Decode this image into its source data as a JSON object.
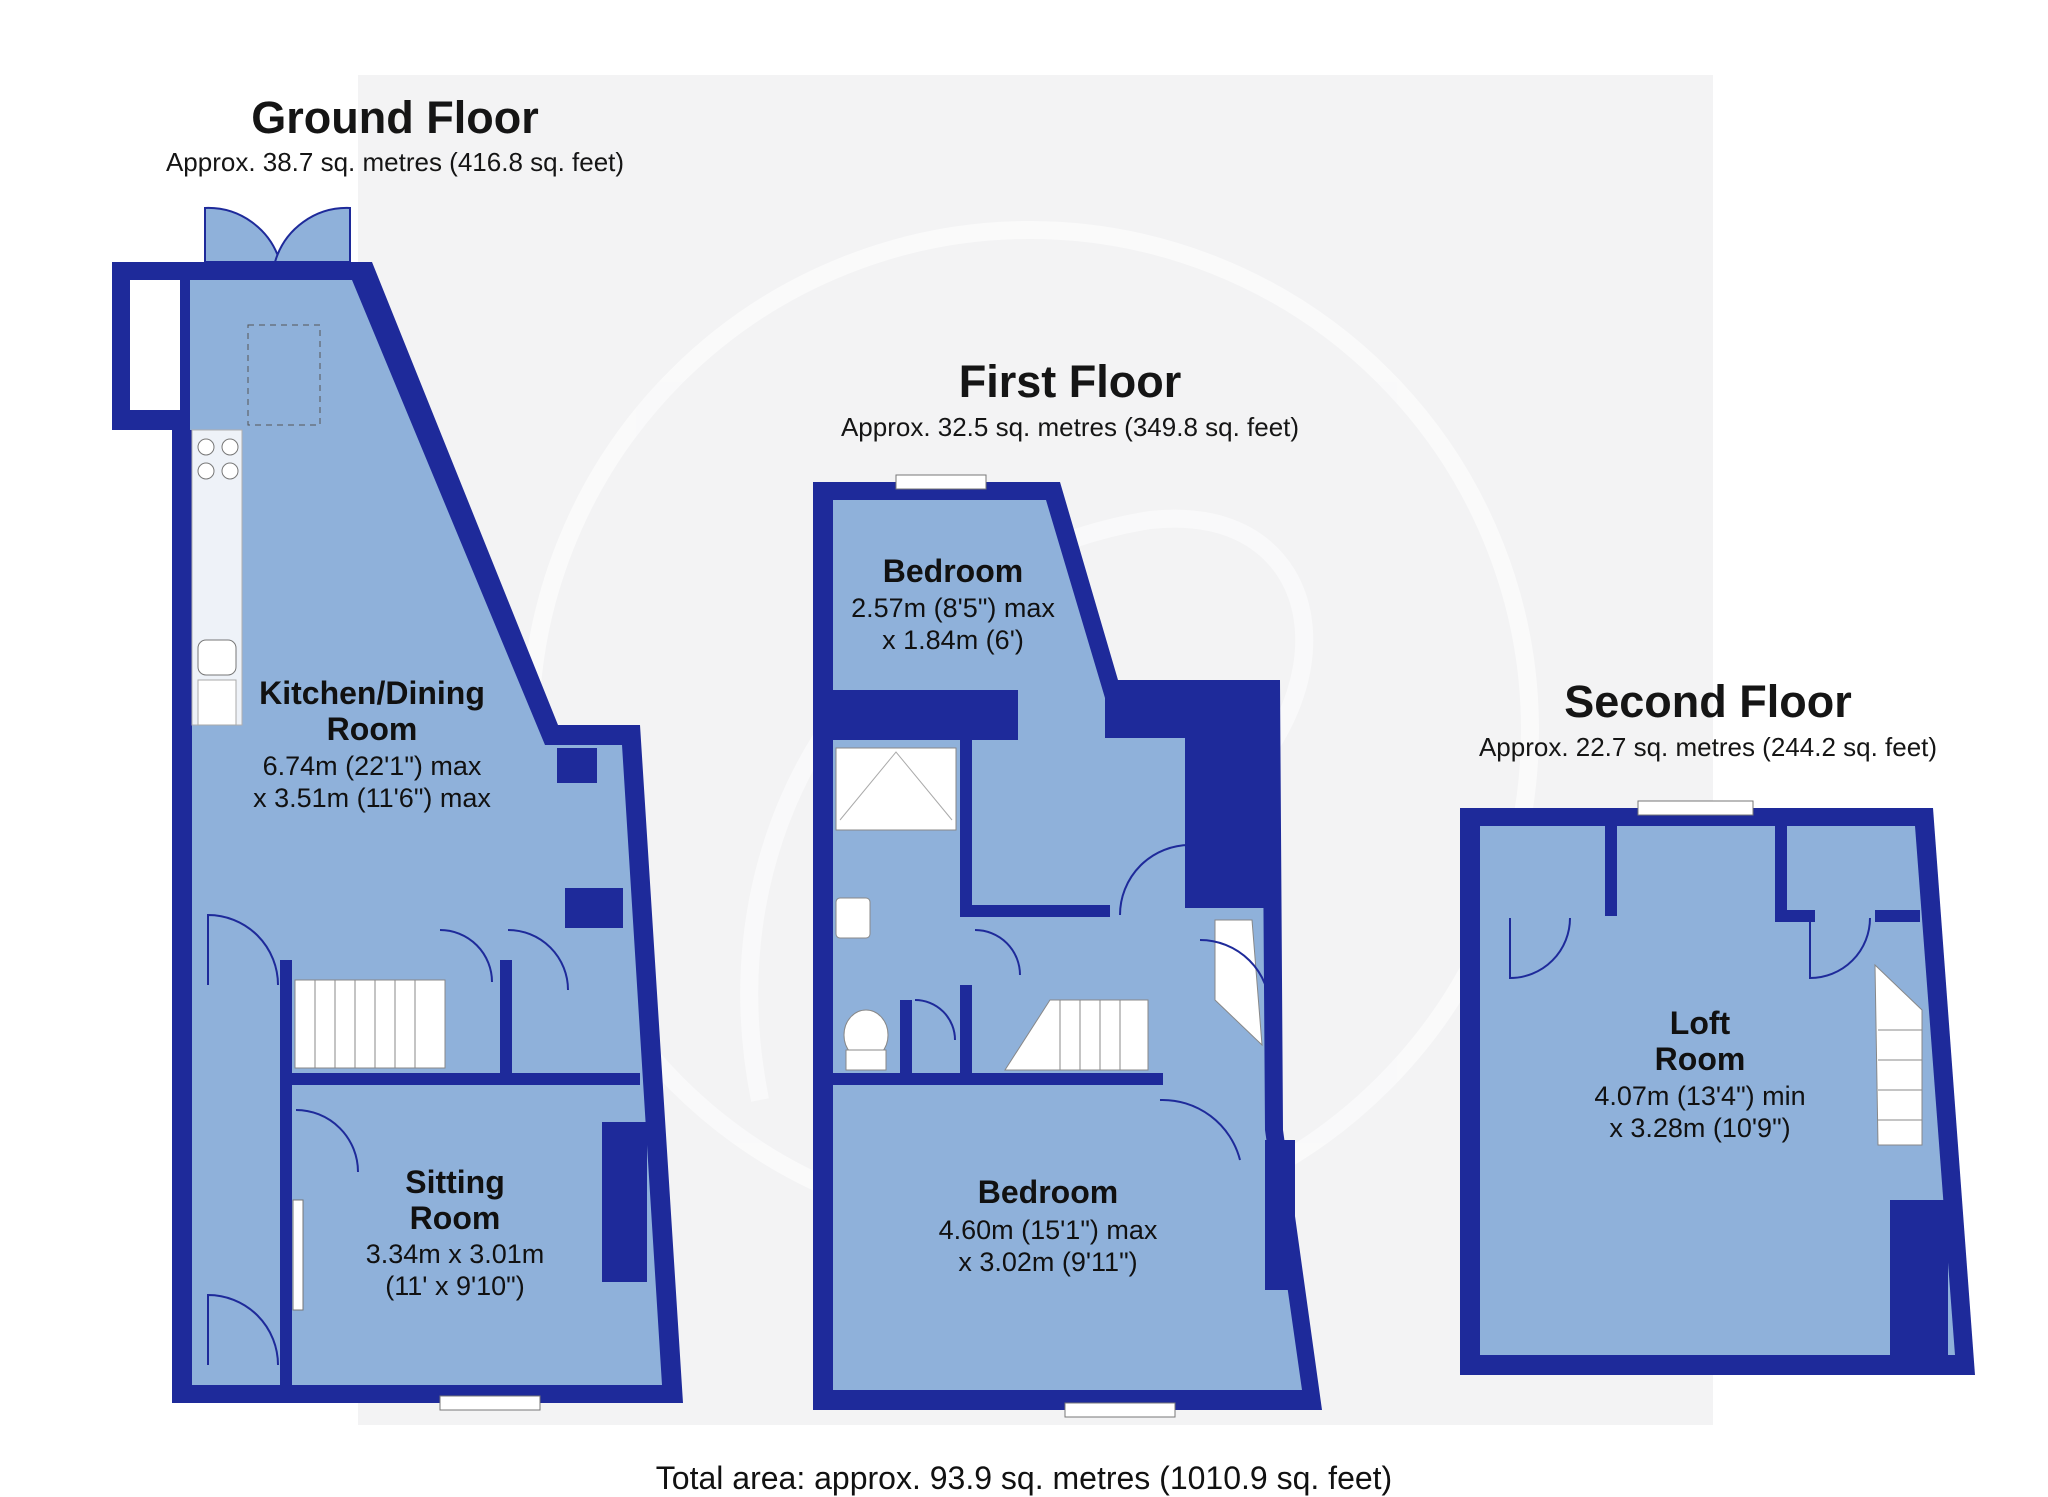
{
  "floors": [
    {
      "title": "Ground Floor",
      "area": "Approx. 38.7 sq. metres (416.8 sq. feet)",
      "rooms": [
        {
          "name_lines": [
            "Kitchen/Dining",
            "Room"
          ],
          "dim_lines": [
            "6.74m (22'1\") max",
            "x 3.51m (11'6\") max"
          ]
        },
        {
          "name_lines": [
            "Sitting",
            "Room"
          ],
          "dim_lines": [
            "3.34m x 3.01m",
            "(11' x 9'10\")"
          ]
        }
      ]
    },
    {
      "title": "First Floor",
      "area": "Approx. 32.5 sq. metres (349.8 sq. feet)",
      "rooms": [
        {
          "name_lines": [
            "Bedroom"
          ],
          "dim_lines": [
            "2.57m (8'5\") max",
            "x 1.84m (6')"
          ]
        },
        {
          "name_lines": [
            "Bedroom"
          ],
          "dim_lines": [
            "4.60m (15'1\") max",
            "x 3.02m (9'11\")"
          ]
        }
      ]
    },
    {
      "title": "Second Floor",
      "area": "Approx. 22.7 sq. metres (244.2 sq. feet)",
      "rooms": [
        {
          "name_lines": [
            "Loft",
            "Room"
          ],
          "dim_lines": [
            "4.07m (13'4\") min",
            "x 3.28m (10'9\")"
          ]
        }
      ]
    }
  ],
  "total_area": "Total area: approx. 93.9 sq. metres (1010.9 sq. feet)",
  "colors": {
    "wall": "#1e2a9a",
    "floor_fill": "#8fb1da",
    "background_panel": "#f3f3f4",
    "fixture": "#ffffff"
  },
  "icons": [
    "door-icon",
    "window-icon",
    "stairs-icon",
    "bath-icon",
    "toilet-icon",
    "sink-icon",
    "hob-icon"
  ]
}
